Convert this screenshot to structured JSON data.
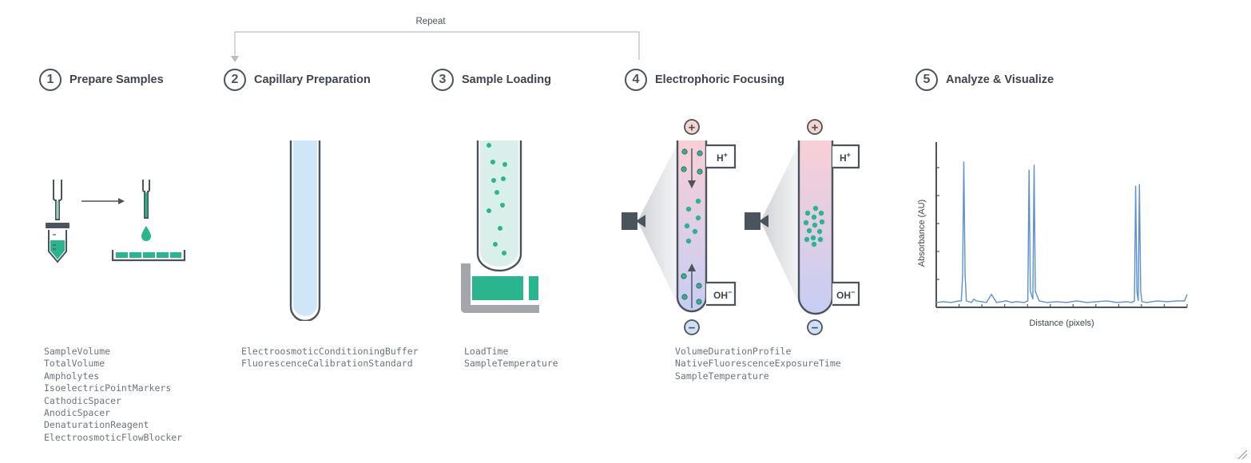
{
  "repeat_label": "Repeat",
  "steps": [
    {
      "number": "1",
      "title": "Prepare Samples",
      "params": [
        "SampleVolume",
        "TotalVolume",
        "Ampholytes",
        "IsoelectricPointMarkers",
        "CathodicSpacer",
        "AnodicSpacer",
        "DenaturationReagent",
        "ElectroosmoticFlowBlocker"
      ]
    },
    {
      "number": "2",
      "title": "Capillary Preparation",
      "params": [
        "ElectroosmoticConditioningBuffer",
        "FluorescenceCalibrationStandard"
      ]
    },
    {
      "number": "3",
      "title": "Sample Loading",
      "params": [
        "LoadTime",
        "SampleTemperature"
      ]
    },
    {
      "number": "4",
      "title": "Electrophoric Focusing",
      "params": [
        "VolumeDurationProfile",
        "NativeFluorescenceExposureTime",
        "SampleTemperature"
      ]
    },
    {
      "number": "5",
      "title": "Analyze & Visualize",
      "params": []
    }
  ],
  "focusing": {
    "anode_symbol": "+",
    "cathode_symbol": "−",
    "proton_label": "H",
    "proton_sup": "+",
    "hydroxide_label": "OH",
    "hydroxide_sup": "−"
  },
  "icons": {
    "repeat": "repeat-loop-arrow-icon",
    "pipette": "pipette-icon",
    "tube": "sample-tube-icon",
    "plate": "well-plate-icon",
    "capillary": "capillary-icon",
    "camera": "camera-icon",
    "grip": "resize-grip-icon"
  },
  "colors": {
    "accent": "#2bb58e",
    "dark": "#4b535c",
    "capillary_blue": "#cfe6f8",
    "acid_pink": "#f9cfd6",
    "base_blue": "#c7cdf4",
    "plot_line": "#5b8fd6",
    "anode_fill": "#f7d3cc",
    "cathode_fill": "#cfe0f4"
  },
  "chart_data": {
    "type": "line",
    "title": "",
    "xlabel": "Distance (pixels)",
    "ylabel": "Absorbance (AU)",
    "xlim": [
      0,
      1000
    ],
    "ylim": [
      0,
      1
    ],
    "grid": false,
    "series": [
      {
        "x": [
          0,
          30,
          60,
          90,
          100,
          105,
          110,
          115,
          120,
          140,
          150,
          160,
          180,
          200,
          220,
          240,
          260,
          280,
          300,
          320,
          350,
          365,
          370,
          375,
          385,
          390,
          395,
          410,
          440,
          480,
          520,
          560,
          600,
          640,
          680,
          720,
          760,
          780,
          790,
          795,
          800,
          805,
          810,
          815,
          820,
          840,
          880,
          920,
          960,
          990,
          1000
        ],
        "values": [
          0.03,
          0.035,
          0.03,
          0.04,
          0.04,
          0.2,
          0.9,
          0.2,
          0.04,
          0.03,
          0.05,
          0.04,
          0.035,
          0.03,
          0.08,
          0.03,
          0.035,
          0.04,
          0.03,
          0.035,
          0.03,
          0.04,
          0.85,
          0.1,
          0.05,
          0.88,
          0.1,
          0.04,
          0.03,
          0.035,
          0.03,
          0.04,
          0.03,
          0.035,
          0.04,
          0.03,
          0.035,
          0.03,
          0.04,
          0.75,
          0.1,
          0.04,
          0.76,
          0.1,
          0.035,
          0.03,
          0.04,
          0.035,
          0.04,
          0.04,
          0.08
        ]
      }
    ]
  }
}
